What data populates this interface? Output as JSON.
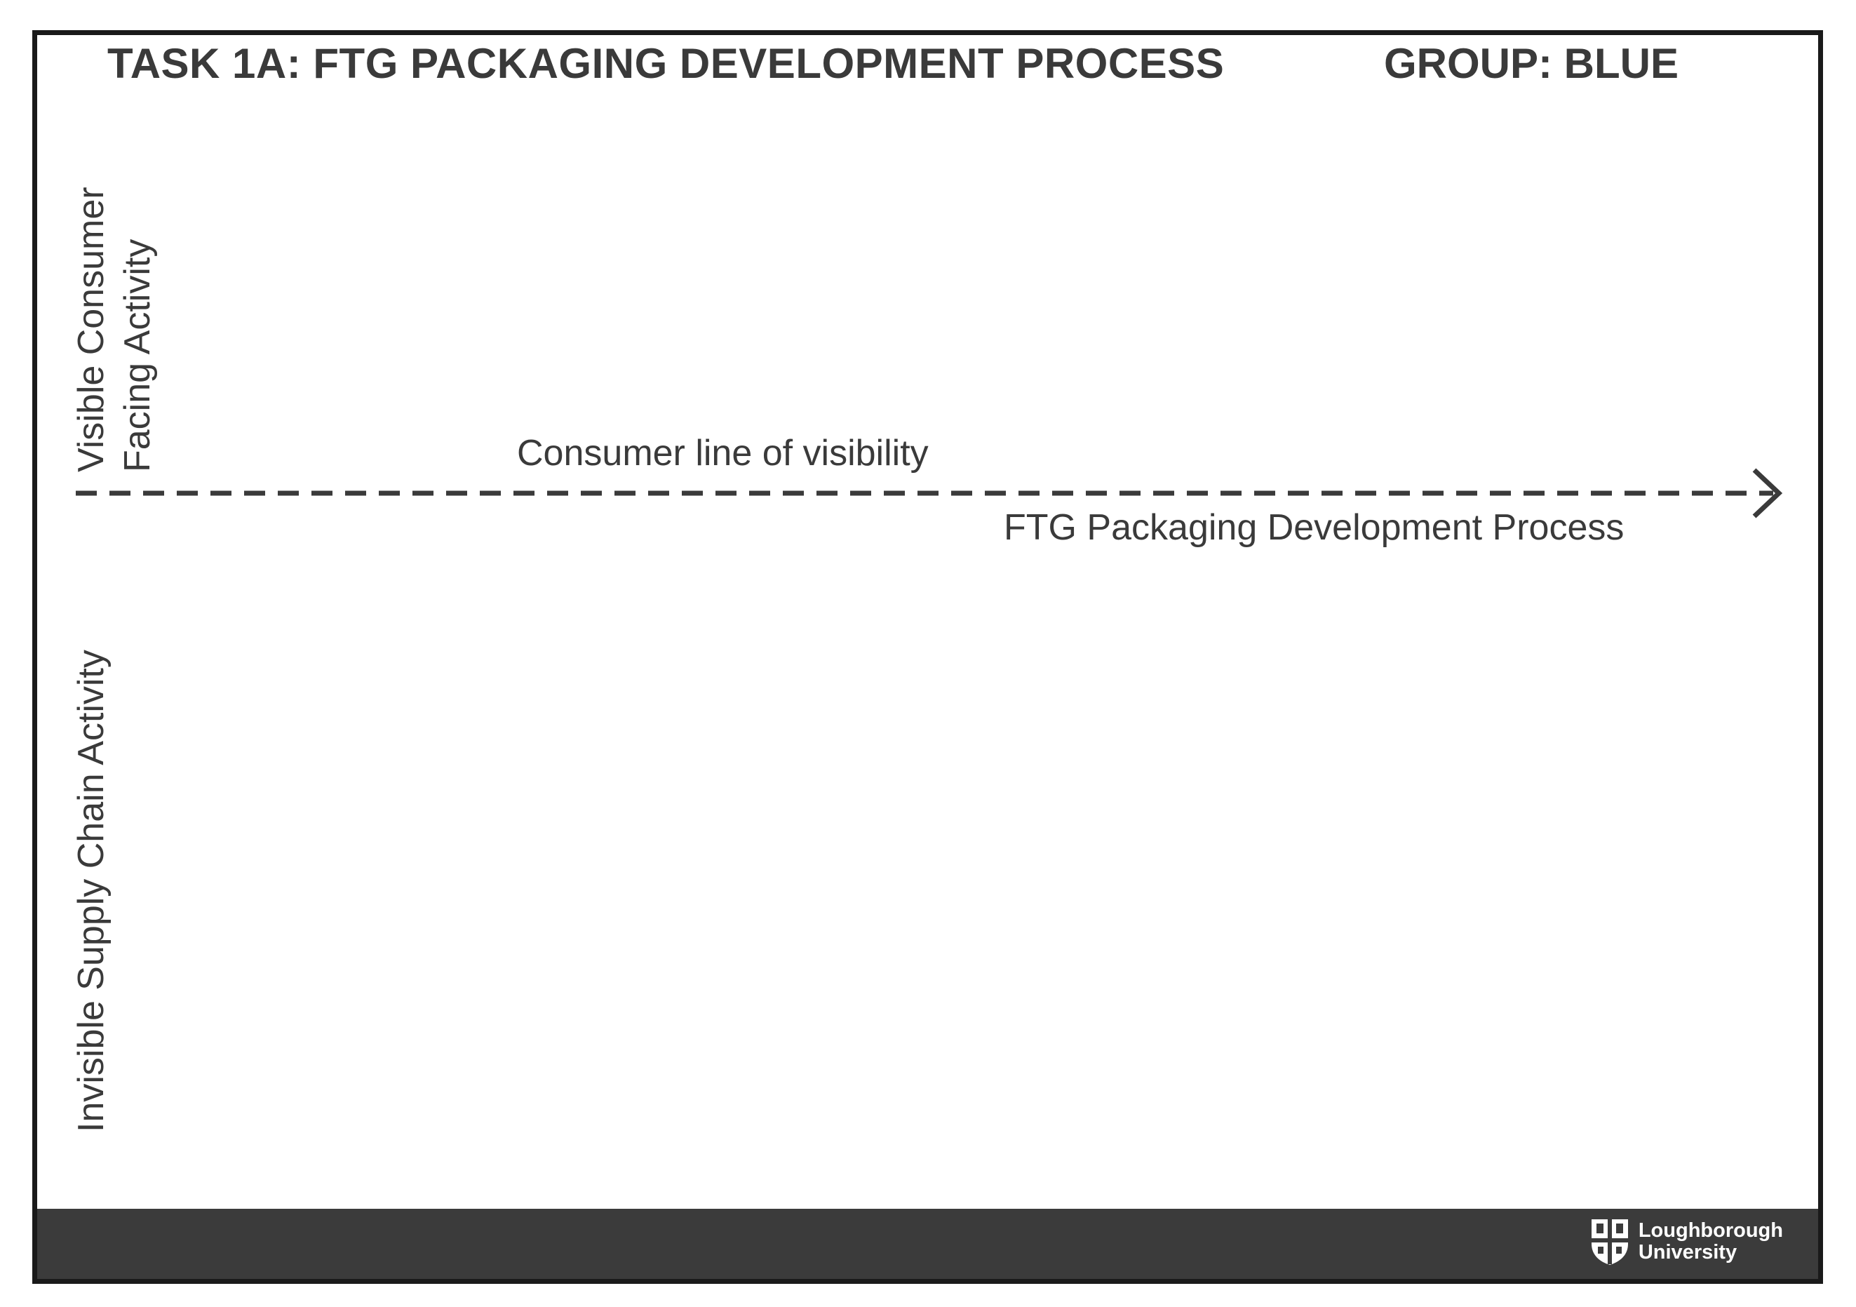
{
  "header": {
    "title": "TASK 1A: FTG PACKAGING DEVELOPMENT PROCESS",
    "group": "GROUP: BLUE"
  },
  "lanes": {
    "visible": [
      "Visible Consumer",
      "Facing Activity"
    ],
    "invisible": "Invisible Supply Chain Activity"
  },
  "line": {
    "label_above": "Consumer line of visibility",
    "label_below": "FTG Packaging Development Process"
  },
  "footer": {
    "logo_line1": "Loughborough",
    "logo_line2": "University"
  },
  "colors": {
    "text": "#3a3a3a",
    "border": "#1a1a1a",
    "footer": "#3b3b3b"
  }
}
